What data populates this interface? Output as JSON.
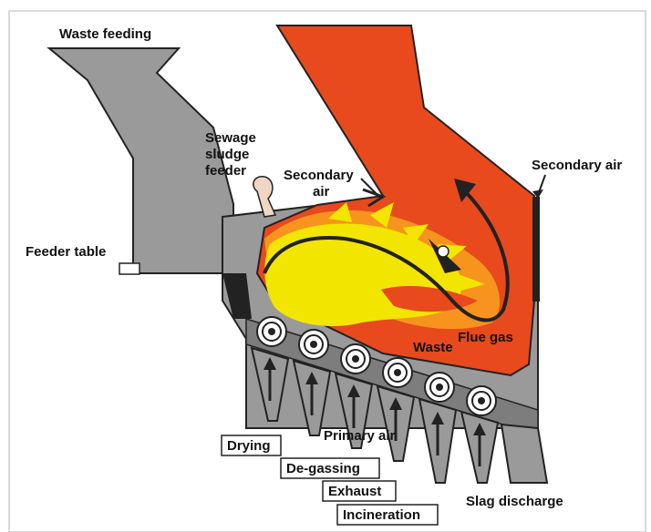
{
  "labels": {
    "waste_feeding": "Waste feeding",
    "sewage": "Sewage",
    "sludge": "sludge",
    "feeder": "feeder",
    "secondary_air_left_1": "Secondary",
    "secondary_air_left_2": "air",
    "secondary_air_right": "Secondary air",
    "feeder_table": "Feeder table",
    "flue_gas": "Flue gas",
    "waste": "Waste",
    "primary_air": "Primary air",
    "slag_discharge": "Slag discharge"
  },
  "zones": {
    "drying": "Drying",
    "degassing": "De-gassing",
    "exhaust": "Exhaust",
    "incineration": "Incineration"
  },
  "colors": {
    "steel": "#9a9a9a",
    "steel_dark": "#6f6f6f",
    "furnace_red": "#e8491d",
    "flame_orange": "#f7941d",
    "flame_yellow": "#f2e600",
    "outline": "#222222"
  }
}
